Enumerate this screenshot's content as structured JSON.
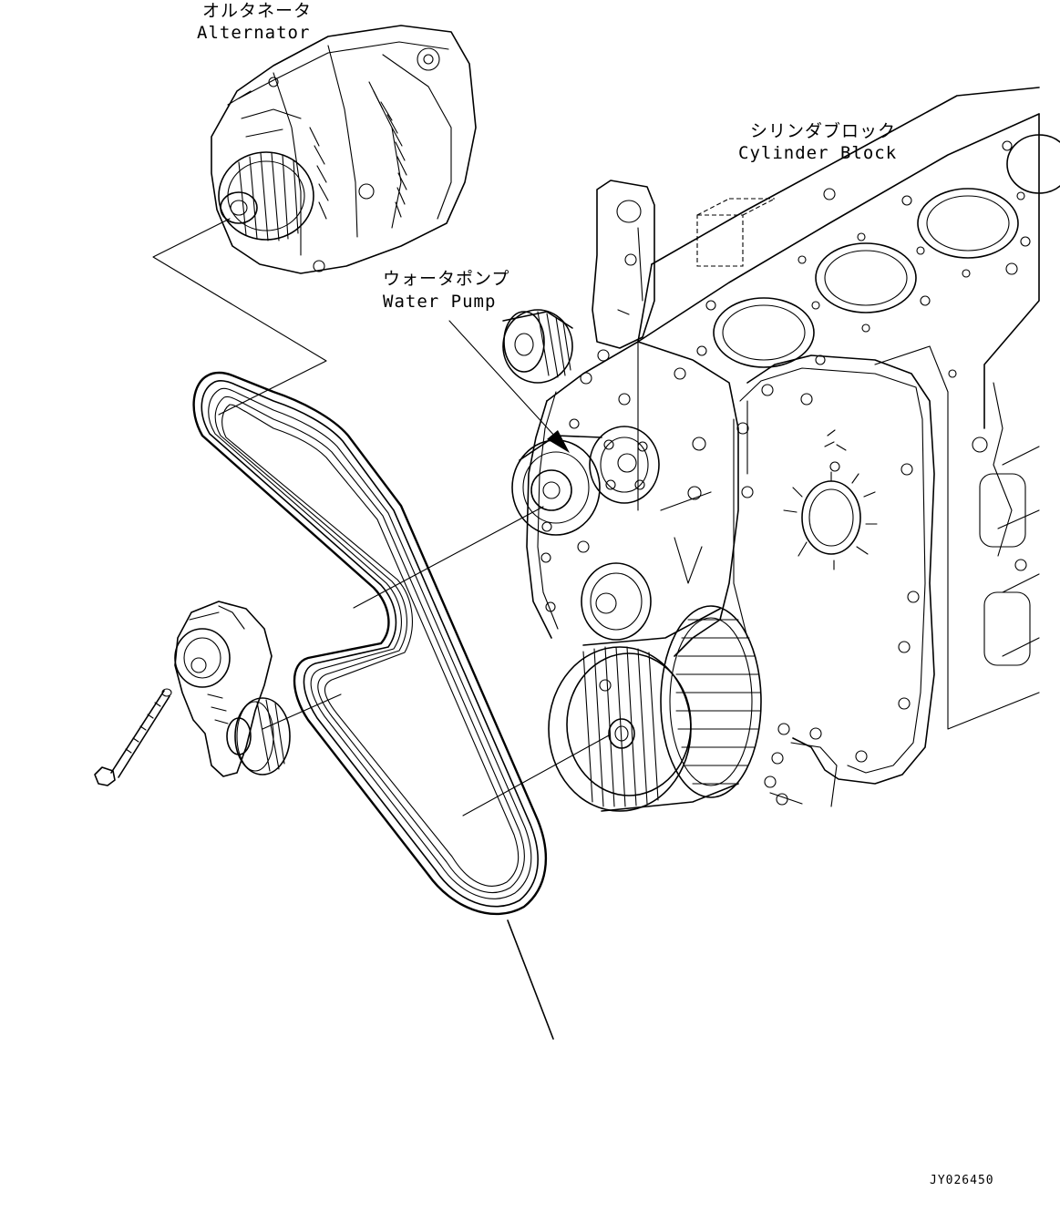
{
  "labels": {
    "alternator_jp": "オルタネータ",
    "alternator_en": "Alternator",
    "cylinder_block_jp": "シリンダブロック",
    "cylinder_block_en": "Cylinder Block",
    "water_pump_jp": "ウォータポンプ",
    "water_pump_en": "Water Pump"
  },
  "drawing_code": "JY026450"
}
